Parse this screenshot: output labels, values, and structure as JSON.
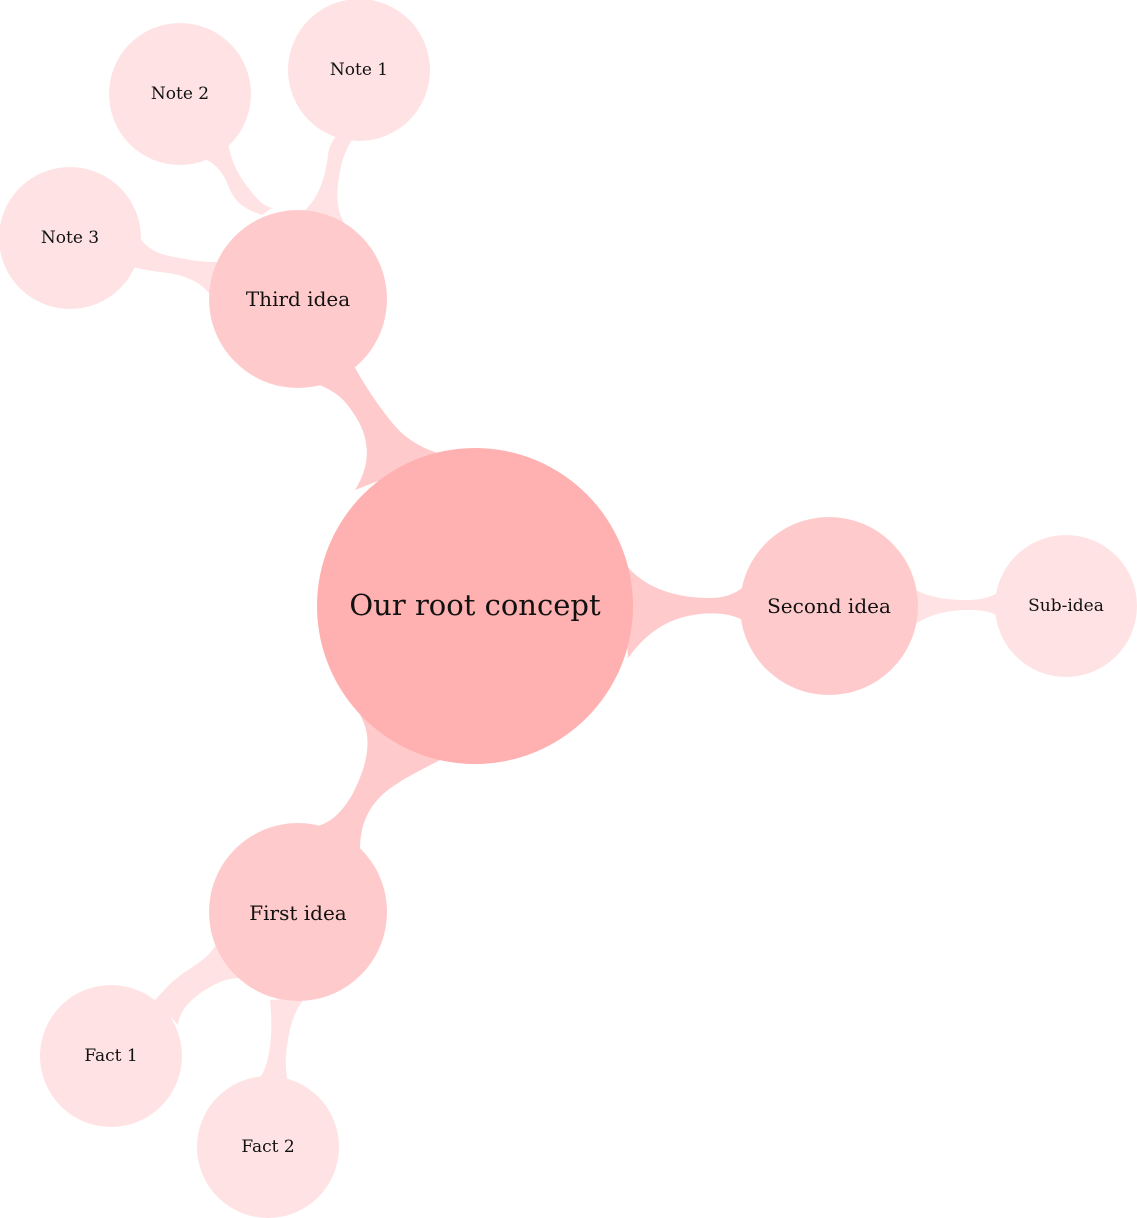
{
  "colors": {
    "root": "#ffb0b0",
    "level1": "#ffcacb",
    "level2": "#ffe3e4",
    "text": "#111111",
    "background": "#ffffff"
  },
  "mindmap": {
    "root": {
      "label": "Our root concept"
    },
    "children": [
      {
        "label": "Third idea",
        "children": [
          {
            "label": "Note 1"
          },
          {
            "label": "Note 2"
          },
          {
            "label": "Note 3"
          }
        ]
      },
      {
        "label": "Second idea",
        "children": [
          {
            "label": "Sub-idea"
          }
        ]
      },
      {
        "label": "First idea",
        "children": [
          {
            "label": "Fact 1"
          },
          {
            "label": "Fact 2"
          }
        ]
      }
    ]
  }
}
